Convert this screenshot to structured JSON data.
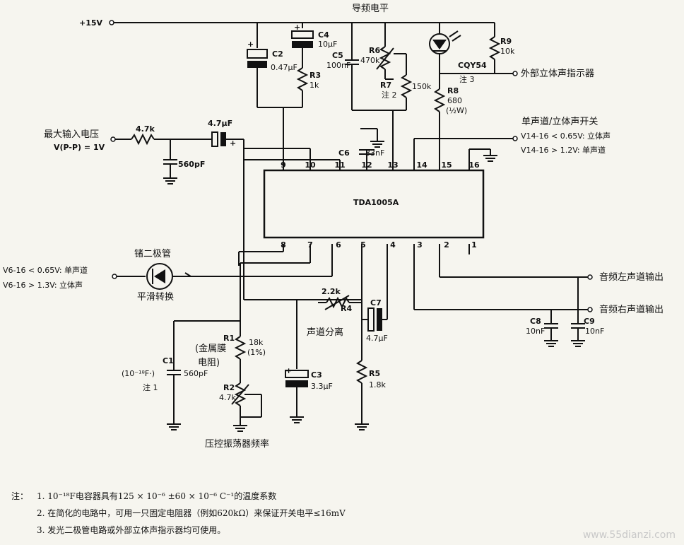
{
  "supply": "+15V",
  "top_label": "导频电平",
  "ic": {
    "name": "TDA1005A",
    "pins_top": [
      "9",
      "10",
      "11",
      "12",
      "13",
      "14",
      "15",
      "16"
    ],
    "pins_bottom": [
      "8",
      "7",
      "6",
      "5",
      "4",
      "3",
      "2",
      "1"
    ]
  },
  "components": {
    "C2": {
      "ref": "C2",
      "value": "0.47μF"
    },
    "C4": {
      "ref": "C4",
      "value": "10μF"
    },
    "R3": {
      "ref": "R3",
      "value": "1k"
    },
    "C5": {
      "ref": "C5",
      "value": "100nF"
    },
    "R6": {
      "ref": "R6",
      "value": "470k"
    },
    "R7": {
      "ref": "R7",
      "value": "150k",
      "note": "注 2"
    },
    "R8": {
      "ref": "R8",
      "value": "680",
      "sub": "(½W)"
    },
    "R9": {
      "ref": "R9",
      "value": "10k"
    },
    "LED": {
      "ref": "CQY54",
      "note": "注 3"
    },
    "C6": {
      "ref": "C6",
      "value": "33nF"
    },
    "Rin": {
      "value": "4.7k"
    },
    "Cin": {
      "value": "560pF"
    },
    "Ccpl": {
      "value": "4.7μF"
    },
    "R4": {
      "ref": "R4",
      "value": "2.2k"
    },
    "C7": {
      "ref": "C7",
      "value": "4.7μF"
    },
    "C8": {
      "ref": "C8",
      "value": "10nF"
    },
    "C9": {
      "ref": "C9",
      "value": "10nF"
    },
    "R1": {
      "ref": "R1",
      "value": "18k",
      "sub": "(1%)",
      "desc1": "(金属膜",
      "desc2": "电阻)"
    },
    "R2": {
      "ref": "R2",
      "value": "4.7k"
    },
    "C1": {
      "ref": "C1",
      "value": "560pF",
      "desc": "(10⁻¹⁸F·)",
      "note": "注 1"
    },
    "C3": {
      "ref": "C3",
      "value": "3.3μF"
    },
    "R5": {
      "ref": "R5",
      "value": "1.8k"
    }
  },
  "labels": {
    "max_input": "最大输入电压",
    "vpp": "V(P-P) = 1V",
    "ext_indicator": "外部立体声指示器",
    "switch_title": "单声道/立体声开关",
    "switch_line1": "V14-16 < 0.65V:  立体声",
    "switch_line2": "V14-16 > 1.2V:  单声道",
    "ge_diode": "锗二极管",
    "smooth": "平滑转换",
    "left_line1": "V6-16 < 0.65V:  单声道",
    "left_line2": "V6-16 > 1.3V:   立体声",
    "left_out": "音频左声道输出",
    "right_out": "音频右声道输出",
    "separation": "声道分离",
    "vco": "压控振荡器频率"
  },
  "notes": {
    "lead": "注：",
    "n1": "1. 10⁻¹⁸F电容器具有125 × 10⁻⁶ ±60 × 10⁻⁶ C⁻¹的温度系数",
    "n2": "2. 在简化的电路中，可用一只固定电阻器（例如620kΩ）来保证开关电平≤16mV",
    "n3": "3. 发光二极管电路或外部立体声指示器均可使用。"
  },
  "watermark": "www.55dianzi.com"
}
